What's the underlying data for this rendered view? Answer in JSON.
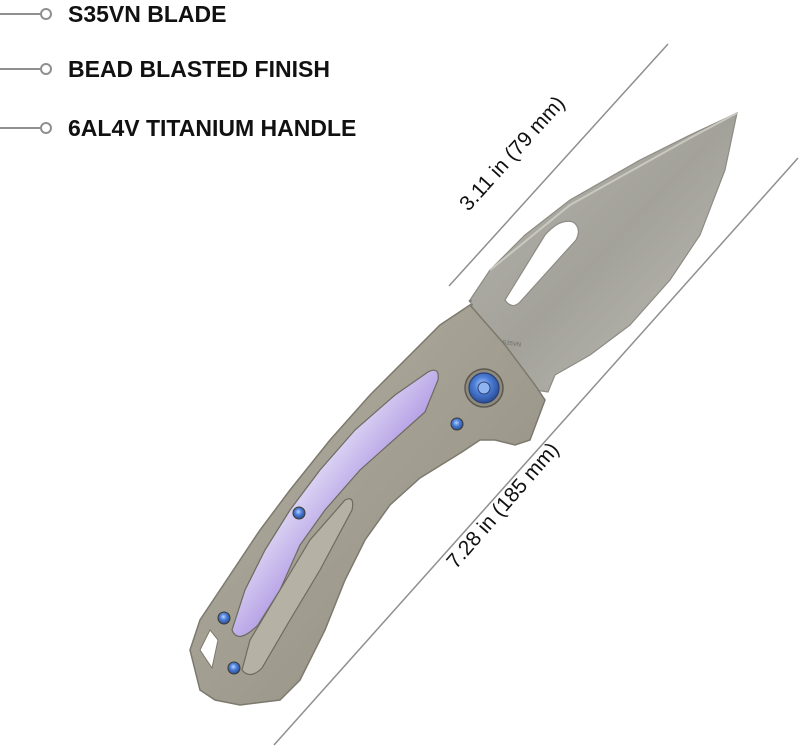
{
  "features": [
    {
      "label": "S35VN BLADE"
    },
    {
      "label": "BEAD BLASTED FINISH"
    },
    {
      "label": "6AL4V TITANIUM  HANDLE"
    }
  ],
  "dimensions": {
    "blade_length": "3.11 in (79 mm)",
    "overall_length": "7.28 in (185 mm)"
  },
  "blade_engraving": "S35VN",
  "colors": {
    "blade": "#a9a8a0",
    "handle": "#a8a497",
    "inlay": "#b8a8e0",
    "pivot": "#3f6fc8",
    "guide_line": "#8f8f8f"
  }
}
